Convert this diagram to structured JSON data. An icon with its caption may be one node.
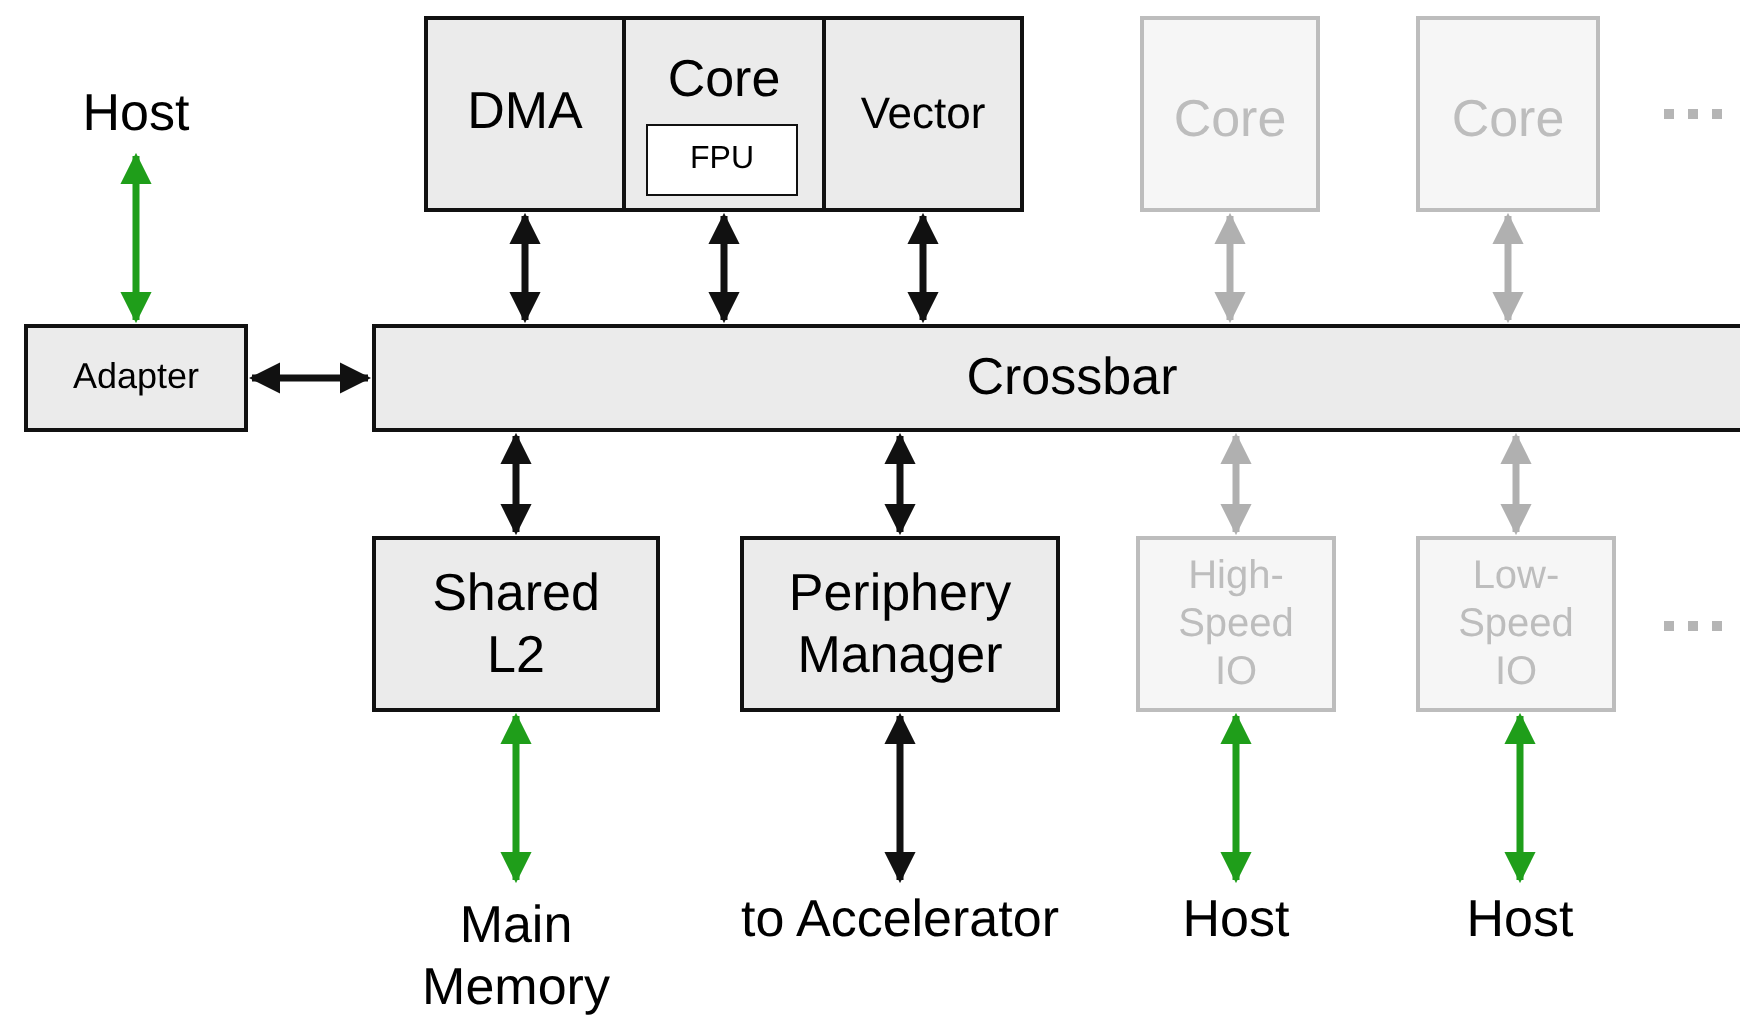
{
  "diagram": {
    "nodes": [
      {
        "text": [
          "Host"
        ]
      },
      {
        "text": [
          "Adapter"
        ]
      },
      {
        "text": [
          "Crossbar"
        ]
      },
      {
        "text": [
          "DMA"
        ]
      },
      {
        "text": [
          "Core"
        ]
      },
      {
        "text": [
          "FPU"
        ],
        "in": 4
      },
      {
        "text": [
          "Vector"
        ]
      },
      {
        "text": [
          "Core"
        ]
      },
      {
        "text": [
          "Core"
        ]
      },
      {
        "text": [
          "Shared L2"
        ]
      },
      {
        "text": [
          "Periphery Manager"
        ]
      },
      {
        "text": [
          "High-Speed IO"
        ]
      },
      {
        "text": [
          "Low-Speed IO"
        ]
      },
      {
        "text": [
          "Main Memory"
        ]
      },
      {
        "text": [
          "to Accelerator"
        ]
      },
      {
        "text": [
          "Host"
        ]
      },
      {
        "text": [
          "Host"
        ]
      }
    ],
    "edges": [
      {
        "from": 0,
        "to": 1,
        "arrow": "both",
        "color": "#1f9e1a"
      },
      {
        "from": 1,
        "to": 2,
        "arrow": "both"
      },
      {
        "from": 3,
        "to": 2,
        "arrow": "both"
      },
      {
        "from": 4,
        "to": 2,
        "arrow": "both"
      },
      {
        "from": 6,
        "to": 2,
        "arrow": "both"
      },
      {
        "from": 7,
        "to": 2,
        "arrow": "both",
        "color": "#b0b0b0"
      },
      {
        "from": 8,
        "to": 2,
        "arrow": "both",
        "color": "#b0b0b0"
      },
      {
        "from": 2,
        "to": 9,
        "arrow": "both"
      },
      {
        "from": 2,
        "to": 10,
        "arrow": "both"
      },
      {
        "from": 2,
        "to": 11,
        "arrow": "both",
        "color": "#b0b0b0"
      },
      {
        "from": 2,
        "to": 12,
        "arrow": "both",
        "color": "#b0b0b0"
      },
      {
        "from": 9,
        "to": 13,
        "arrow": "both",
        "color": "#1f9e1a"
      },
      {
        "from": 10,
        "to": 14,
        "arrow": "both"
      },
      {
        "from": 11,
        "to": 15,
        "arrow": "both",
        "color": "#1f9e1a"
      },
      {
        "from": 12,
        "to": 16,
        "arrow": "both",
        "color": "#1f9e1a"
      }
    ]
  }
}
